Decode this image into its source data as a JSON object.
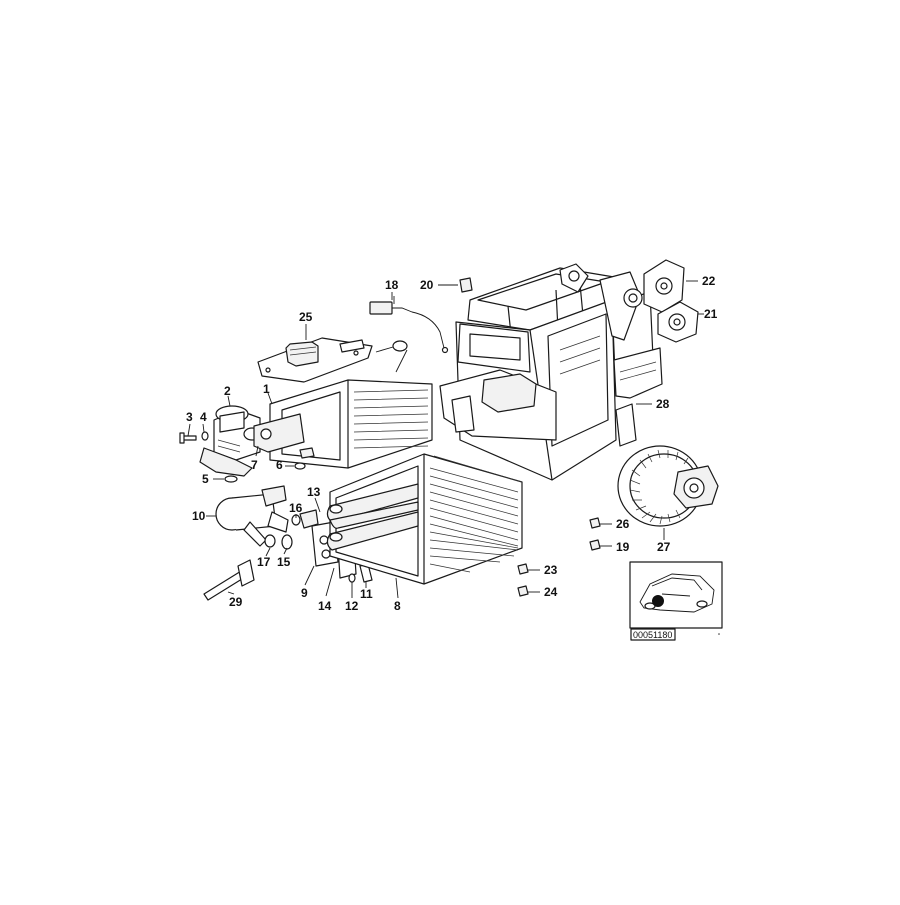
{
  "labels": [
    {
      "id": "1",
      "text": "1"
    },
    {
      "id": "2",
      "text": "2"
    },
    {
      "id": "3",
      "text": "3"
    },
    {
      "id": "4",
      "text": "4"
    },
    {
      "id": "5",
      "text": "5"
    },
    {
      "id": "6",
      "text": "6"
    },
    {
      "id": "7",
      "text": "7"
    },
    {
      "id": "8",
      "text": "8"
    },
    {
      "id": "9",
      "text": "9"
    },
    {
      "id": "10",
      "text": "10"
    },
    {
      "id": "11",
      "text": "11"
    },
    {
      "id": "12",
      "text": "12"
    },
    {
      "id": "13",
      "text": "13"
    },
    {
      "id": "14",
      "text": "14"
    },
    {
      "id": "15",
      "text": "15"
    },
    {
      "id": "16",
      "text": "16"
    },
    {
      "id": "17",
      "text": "17"
    },
    {
      "id": "18",
      "text": "18"
    },
    {
      "id": "19",
      "text": "19"
    },
    {
      "id": "20",
      "text": "20"
    },
    {
      "id": "21",
      "text": "21"
    },
    {
      "id": "22",
      "text": "22"
    },
    {
      "id": "23",
      "text": "23"
    },
    {
      "id": "24",
      "text": "24"
    },
    {
      "id": "25",
      "text": "25"
    },
    {
      "id": "26",
      "text": "26"
    },
    {
      "id": "27",
      "text": "27"
    },
    {
      "id": "28",
      "text": "28"
    },
    {
      "id": "29",
      "text": "29"
    }
  ],
  "inset": {
    "code": "00051180"
  },
  "colors": {
    "line": "#1a1a1a",
    "background": "#ffffff"
  }
}
